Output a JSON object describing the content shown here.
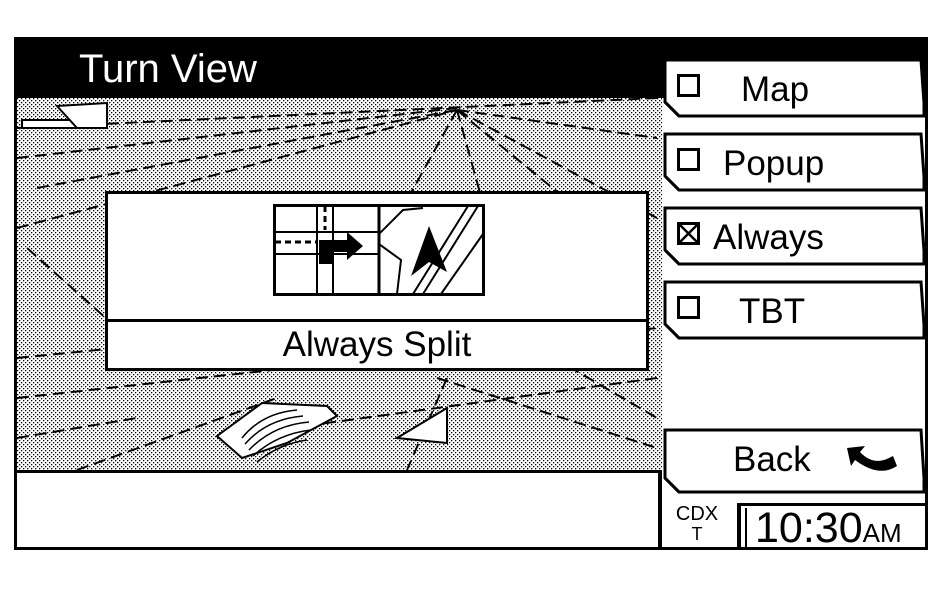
{
  "header": {
    "title": "Turn View"
  },
  "menu": {
    "map": {
      "label": "Map",
      "checked": false
    },
    "popup": {
      "label": "Popup",
      "checked": false
    },
    "always": {
      "label": "Always",
      "checked": true
    },
    "tbt": {
      "label": "TBT",
      "checked": false
    }
  },
  "back": {
    "label": "Back"
  },
  "dialog": {
    "caption": "Always Split"
  },
  "status": {
    "source_top": "CDX",
    "source_bottom": "T",
    "time": "10:30",
    "ampm": "AM"
  },
  "colors": {
    "foreground": "#000000",
    "background": "#ffffff"
  }
}
